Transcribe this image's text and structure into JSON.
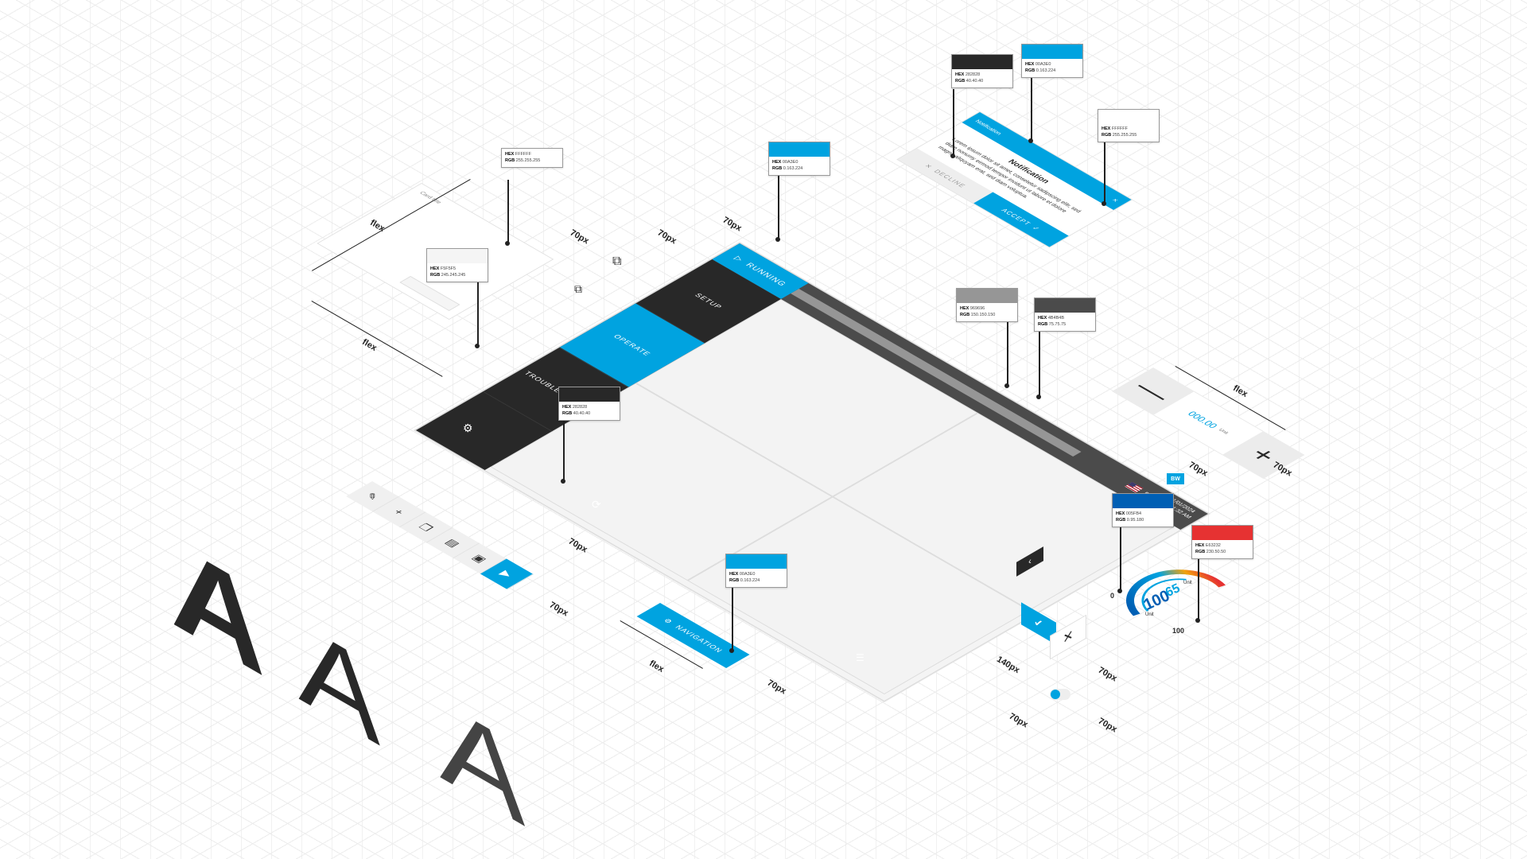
{
  "status": {
    "running_label": "RUNNING"
  },
  "topbar": {
    "language": "EN",
    "date": "01/01/2024",
    "time": "12:21:32 AM",
    "logo": "BW"
  },
  "sidebar": {
    "items": [
      {
        "label": "SETUP"
      },
      {
        "label": "OPERATE"
      },
      {
        "label": "TROUBLESHOOT"
      }
    ]
  },
  "navigation_button": {
    "label": "NAVIGATION"
  },
  "notification": {
    "header": "Notification",
    "title": "Notification",
    "body": "Lorem ipsum dolor sit amet, consetetur sadipscing elitr, sed diam nonumy eirmod tempor invidunt ut labore et dolore magna aliquyam erat, sed diam voluptua.",
    "decline_label": "DECLINE",
    "accept_label": "ACCEPT"
  },
  "card": {
    "title": "Card title"
  },
  "stepper": {
    "minus": "—",
    "value": "000.00",
    "unit": "Unit",
    "plus": "+"
  },
  "gauge": {
    "min_label": "0",
    "max_label": "100",
    "value_large": "100",
    "value_large_unit": "Unit",
    "value_small": "65",
    "value_small_unit": "Unit"
  },
  "letters": {
    "glyph": "A"
  },
  "dimensions": {
    "flex": "flex",
    "px70": "70px",
    "px140": "140px"
  },
  "color_tags": {
    "white": {
      "hex_label": "HEX",
      "hex": "FFFFFF",
      "rgb_label": "RGB",
      "rgb": "255.255.255",
      "swatch": "#FFFFFF"
    },
    "light": {
      "hex_label": "HEX",
      "hex": "F5F5F5",
      "rgb_label": "RGB",
      "rgb": "245.245.245",
      "swatch": "#F5F5F5"
    },
    "blue": {
      "hex_label": "HEX",
      "hex": "00A3E0",
      "rgb_label": "RGB",
      "rgb": "0.163.224",
      "swatch": "#00A3E0"
    },
    "dark": {
      "hex_label": "HEX",
      "hex": "282828",
      "rgb_label": "RGB",
      "rgb": "40.40.40",
      "swatch": "#282828"
    },
    "grey": {
      "hex_label": "HEX",
      "hex": "969696",
      "rgb_label": "RGB",
      "rgb": "150.150.150",
      "swatch": "#969696"
    },
    "darkgrey": {
      "hex_label": "HEX",
      "hex": "4B4B4B",
      "rgb_label": "RGB",
      "rgb": "75.75.75",
      "swatch": "#4B4B4B"
    },
    "navy": {
      "hex_label": "HEX",
      "hex": "005FB4",
      "rgb_label": "RGB",
      "rgb": "0.95.180",
      "swatch": "#005FB4"
    },
    "red": {
      "hex_label": "HEX",
      "hex": "E63232",
      "rgb_label": "RGB",
      "rgb": "230.50.50",
      "swatch": "#E63232"
    }
  },
  "colors": {
    "accent": "#00A3E0",
    "dark": "#282828",
    "bar": "#4B4B4B",
    "progress": "#969696"
  }
}
